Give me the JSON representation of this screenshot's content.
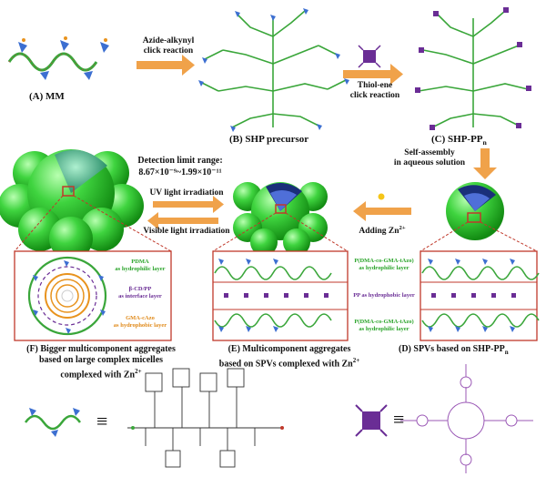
{
  "labels": {
    "a": "(A) MM",
    "b": "(B) SHP precursor",
    "c": "(C) SHP-PP",
    "c_sub": "n",
    "d": "(D) SPVs based on SHP-PP",
    "d_sub": "n",
    "e1": "(E) Multicomponent aggregates",
    "e2": "based on SPVs complexed with Zn",
    "e_sup": "2+",
    "f1": "(F) Bigger multicomponent aggregates",
    "f2": "based on large complex micelles",
    "f3": "complexed with Zn",
    "f_sup": "2+"
  },
  "arrows": {
    "azide_1": "Azide-alkynyl",
    "azide_2": "click reaction",
    "thiol_1": "Thiol-ene",
    "thiol_2": "click reaction",
    "self_1": "Self-assembly",
    "self_2": "in aqueous solution",
    "zn": "Adding Zn",
    "zn_sup": "2+",
    "uv": "UV light irradiation",
    "vis": "Visible light irradiation"
  },
  "detection": {
    "title": "Detection limit range:",
    "range": "8.67×10⁻⁹~1.99×10⁻¹¹"
  },
  "layers_f": {
    "pdma_1": "PDMA",
    "pdma_2": "as hydrophilic layer",
    "cd_1": "β-CD/PP",
    "cd_2": "as interface layer",
    "gma_1": "GMA-cAzo",
    "gma_2": "as hydrophobic layer"
  },
  "layers_e": {
    "top_1": "P(DMA-co-GMA-tAzo)",
    "top_2": "as hydrophilic layer",
    "mid": "PP as hydrophobic layer",
    "bot_1": "P(DMA-co-GMA-tAzo)",
    "bot_2": "as hydrophilic layer"
  },
  "equiv_symbol": "≡",
  "colors": {
    "arrow": "#f0a24a",
    "green": "#3fcc3f",
    "purple": "#6a2d95",
    "blue": "#3c6fd1",
    "red_dash": "#c0392b",
    "orange": "#e8931e",
    "pdma_text": "#2aa42a",
    "cd_text": "#6a2d95",
    "gma_text": "#e08a1a"
  }
}
